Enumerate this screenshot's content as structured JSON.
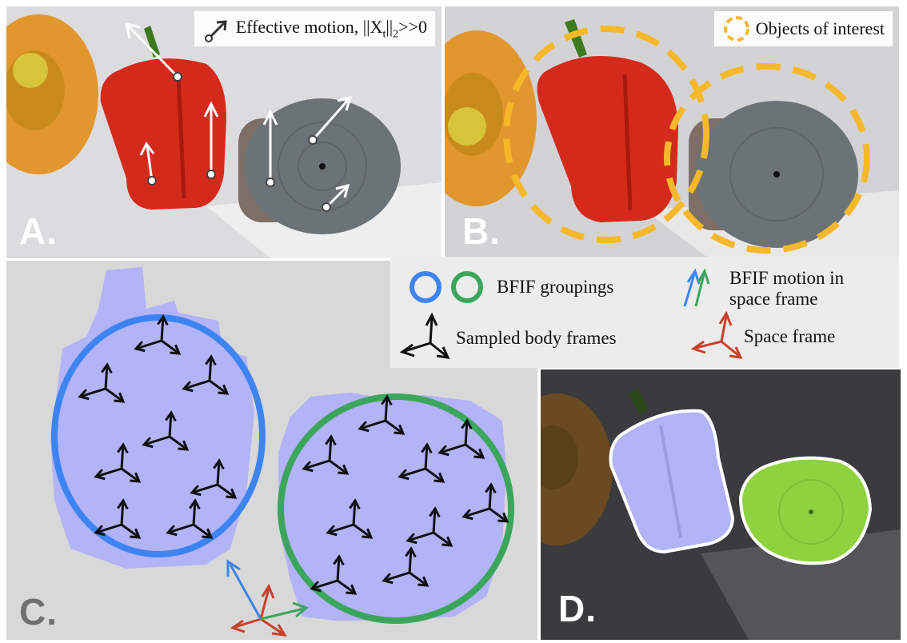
{
  "panels": {
    "a": {
      "label": "A.",
      "legend": "Effective motion, ||X",
      "legend_sub_t": "t",
      "legend_mid": "||",
      "legend_sub_2": "2",
      "legend_end": ">>0"
    },
    "b": {
      "label": "B.",
      "legend": "Objects of interest"
    },
    "c": {
      "label": "C."
    },
    "d": {
      "label": "D."
    }
  },
  "legend_c": {
    "groupings": "BFIF groupings",
    "motion_line1": "BFIF motion in",
    "motion_line2": "space frame",
    "body_frames": "Sampled body frames",
    "space_frame": "Space frame"
  },
  "colors": {
    "blue_group": "#3d84f0",
    "green_group": "#3ba55c",
    "yellow_dash": "#f5b829",
    "red_pepper": "#d42a1c",
    "space_frame_red": "#c8402a",
    "purple_mask": "#b3b3f7",
    "green_mask": "#8ed33e"
  },
  "icons": [
    "motion-arrow-icon",
    "dashed-circle-icon",
    "frame-triad-icon"
  ]
}
